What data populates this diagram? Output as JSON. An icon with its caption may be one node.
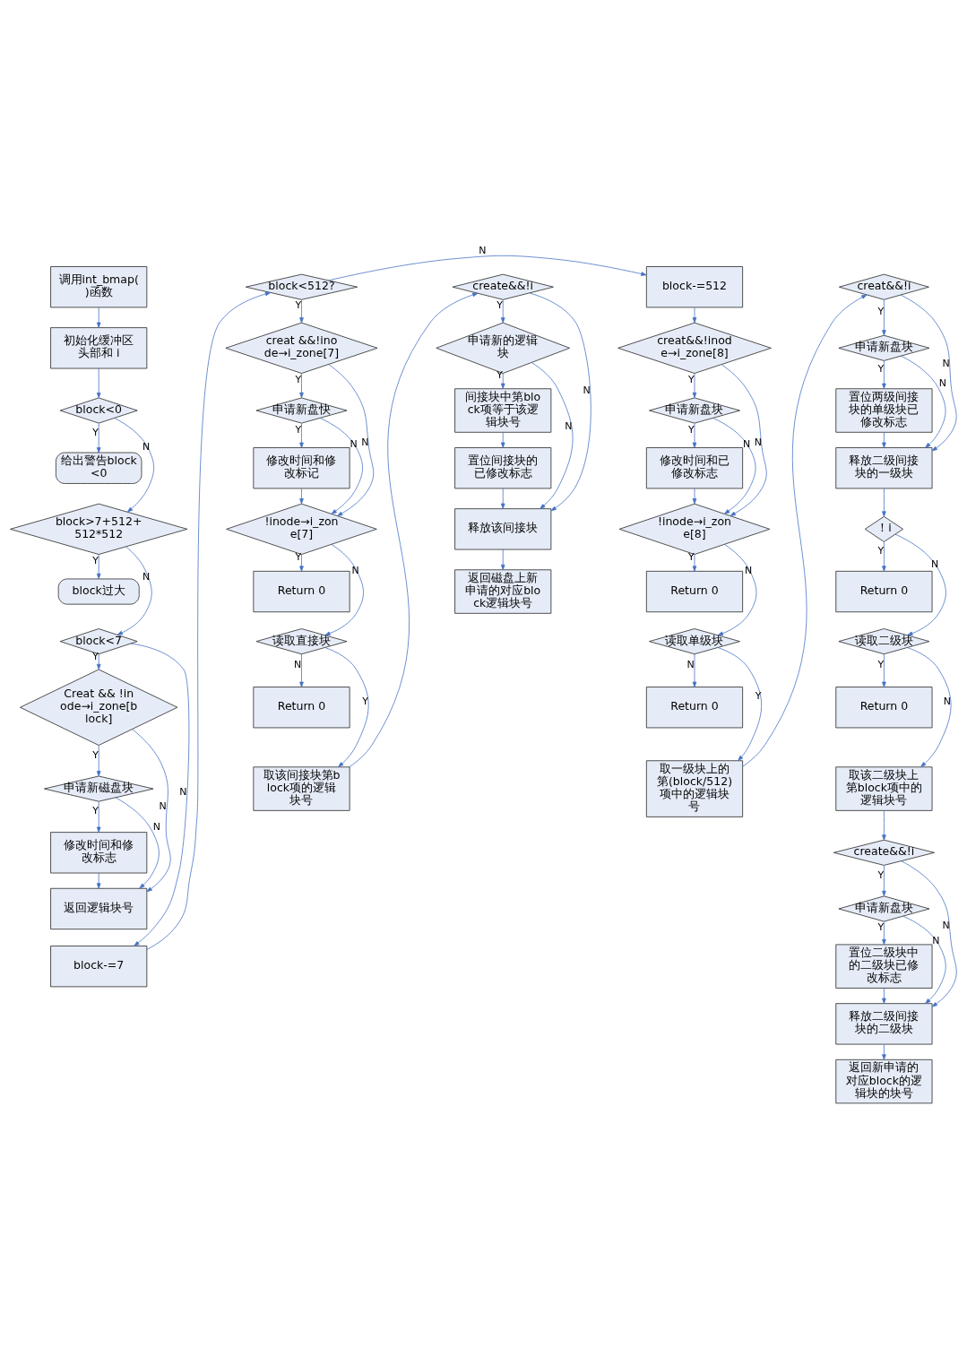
{
  "diagram": {
    "nodes": [
      {
        "text": [
          "调用int_bmap()函数"
        ]
      },
      {
        "text": [
          "初始化缓冲区头部和 i"
        ]
      },
      {
        "text": [
          "block<0"
        ]
      },
      {
        "text": [
          "给出警告block<0"
        ]
      },
      {
        "text": [
          "block>7+512+512*512"
        ]
      },
      {
        "text": [
          "block过大"
        ]
      },
      {
        "text": [
          "block<7"
        ]
      },
      {
        "text": [
          "Creat && !inode→i_zone[block]"
        ]
      },
      {
        "text": [
          "申请新磁盘块"
        ]
      },
      {
        "text": [
          "修改时间和修改标志"
        ]
      },
      {
        "text": [
          "返回逻辑块号"
        ]
      },
      {
        "text": [
          "block-=7"
        ]
      },
      {
        "text": [
          "block<512?"
        ]
      },
      {
        "text": [
          "creat &&!inode→i_zone[7]"
        ]
      },
      {
        "text": [
          "申请新盘快"
        ]
      },
      {
        "text": [
          "修改时间和修改标记"
        ]
      },
      {
        "text": [
          "!inode→i_zone[7]"
        ]
      },
      {
        "text": [
          "Return 0"
        ]
      },
      {
        "text": [
          "读取直接块"
        ]
      },
      {
        "text": [
          "Return 0"
        ]
      },
      {
        "text": [
          "取该间接块第block项的逻辑块号"
        ]
      },
      {
        "text": [
          "create&&!i"
        ]
      },
      {
        "text": [
          "申请新的逻辑块"
        ]
      },
      {
        "text": [
          "间接块中第block项等于该逻辑块号"
        ]
      },
      {
        "text": [
          "置位间接块的已修改标志"
        ]
      },
      {
        "text": [
          "释放该间接块"
        ]
      },
      {
        "text": [
          "返回磁盘上新申请的对应block逻辑块号"
        ]
      },
      {
        "text": [
          "block-=512"
        ]
      },
      {
        "text": [
          "creat&&!inode→i_zone[8]"
        ]
      },
      {
        "text": [
          "申请新盘块"
        ]
      },
      {
        "text": [
          "修改时间和已修改标志"
        ]
      },
      {
        "text": [
          "!inode→i_zone[8]"
        ]
      },
      {
        "text": [
          "Return 0"
        ]
      },
      {
        "text": [
          "读取单级块"
        ]
      },
      {
        "text": [
          "Return 0"
        ]
      },
      {
        "text": [
          "取一级块上的第(block/512)项中的逻辑块号"
        ]
      },
      {
        "text": [
          "creat&&!i"
        ]
      },
      {
        "text": [
          "申请新盘块"
        ]
      },
      {
        "text": [
          "置位两级间接块的单级块已修改标志"
        ]
      },
      {
        "text": [
          "释放二级间接块的一级块"
        ]
      },
      {
        "text": [
          "！i"
        ]
      },
      {
        "text": [
          "Return 0"
        ]
      },
      {
        "text": [
          "读取二级块"
        ]
      },
      {
        "text": [
          "Return 0"
        ]
      },
      {
        "text": [
          "取该二级块上第block项中的逻辑块号"
        ]
      },
      {
        "text": [
          "create&&!i"
        ]
      },
      {
        "text": [
          "申请新盘块"
        ]
      },
      {
        "text": [
          "置位二级块中的二级块已修改标志"
        ]
      },
      {
        "text": [
          "释放二级间接块的二级块"
        ]
      },
      {
        "text": [
          "返回新申请的对应block的逻辑块的块号"
        ]
      }
    ],
    "edges": [
      {
        "from": 0,
        "to": 1,
        "arrow": "to"
      },
      {
        "from": 1,
        "to": 2,
        "arrow": "to"
      },
      {
        "from": 2,
        "to": 3,
        "arrow": "to",
        "label": "Y"
      },
      {
        "from": 2,
        "to": 4,
        "arrow": "to",
        "label": "N"
      },
      {
        "from": 4,
        "to": 5,
        "arrow": "to",
        "label": "Y"
      },
      {
        "from": 4,
        "to": 6,
        "arrow": "to",
        "label": "N"
      },
      {
        "from": 6,
        "to": 7,
        "arrow": "to",
        "label": "Y"
      },
      {
        "from": 6,
        "to": 11,
        "arrow": "to",
        "label": "N"
      },
      {
        "from": 7,
        "to": 8,
        "arrow": "to",
        "label": "Y"
      },
      {
        "from": 7,
        "to": 10,
        "arrow": "to",
        "label": "N"
      },
      {
        "from": 8,
        "to": 9,
        "arrow": "to",
        "label": "Y"
      },
      {
        "from": 8,
        "to": 10,
        "arrow": "to",
        "label": "N"
      },
      {
        "from": 9,
        "to": 10,
        "arrow": "to"
      },
      {
        "from": 11,
        "to": 12,
        "arrow": "to"
      },
      {
        "from": 12,
        "to": 13,
        "arrow": "to",
        "label": "Y"
      },
      {
        "from": 12,
        "to": 27,
        "arrow": "to",
        "label": "N"
      },
      {
        "from": 13,
        "to": 14,
        "arrow": "to",
        "label": "Y"
      },
      {
        "from": 13,
        "to": 16,
        "arrow": "to",
        "label": "N"
      },
      {
        "from": 14,
        "to": 15,
        "arrow": "to",
        "label": "Y"
      },
      {
        "from": 14,
        "to": 16,
        "arrow": "to",
        "label": "N"
      },
      {
        "from": 15,
        "to": 16,
        "arrow": "to"
      },
      {
        "from": 16,
        "to": 17,
        "arrow": "to",
        "label": "Y"
      },
      {
        "from": 16,
        "to": 18,
        "arrow": "to",
        "label": "N"
      },
      {
        "from": 18,
        "to": 19,
        "arrow": "to",
        "label": "N"
      },
      {
        "from": 18,
        "to": 20,
        "arrow": "to",
        "label": "Y"
      },
      {
        "from": 20,
        "to": 21,
        "arrow": "to"
      },
      {
        "from": 21,
        "to": 22,
        "arrow": "to",
        "label": "Y"
      },
      {
        "from": 21,
        "to": 25,
        "arrow": "to",
        "label": "N"
      },
      {
        "from": 22,
        "to": 23,
        "arrow": "to",
        "label": "Y"
      },
      {
        "from": 22,
        "to": 25,
        "arrow": "to",
        "label": "N"
      },
      {
        "from": 23,
        "to": 24,
        "arrow": "to"
      },
      {
        "from": 24,
        "to": 25,
        "arrow": "to"
      },
      {
        "from": 25,
        "to": 26,
        "arrow": "to"
      },
      {
        "from": 27,
        "to": 28,
        "arrow": "to"
      },
      {
        "from": 28,
        "to": 29,
        "arrow": "to",
        "label": "Y"
      },
      {
        "from": 28,
        "to": 31,
        "arrow": "to",
        "label": "N"
      },
      {
        "from": 29,
        "to": 30,
        "arrow": "to",
        "label": "Y"
      },
      {
        "from": 29,
        "to": 31,
        "arrow": "to",
        "label": "N"
      },
      {
        "from": 30,
        "to": 31,
        "arrow": "to"
      },
      {
        "from": 31,
        "to": 32,
        "arrow": "to",
        "label": "Y"
      },
      {
        "from": 31,
        "to": 33,
        "arrow": "to",
        "label": "N"
      },
      {
        "from": 33,
        "to": 34,
        "arrow": "to",
        "label": "N"
      },
      {
        "from": 33,
        "to": 35,
        "arrow": "to",
        "label": "Y"
      },
      {
        "from": 35,
        "to": 36,
        "arrow": "to"
      },
      {
        "from": 36,
        "to": 37,
        "arrow": "to",
        "label": "Y"
      },
      {
        "from": 36,
        "to": 39,
        "arrow": "to",
        "label": "N"
      },
      {
        "from": 37,
        "to": 38,
        "arrow": "to",
        "label": "Y"
      },
      {
        "from": 37,
        "to": 39,
        "arrow": "to",
        "label": "N"
      },
      {
        "from": 38,
        "to": 39,
        "arrow": "to"
      },
      {
        "from": 39,
        "to": 40,
        "arrow": "to"
      },
      {
        "from": 40,
        "to": 41,
        "arrow": "to",
        "label": "Y"
      },
      {
        "from": 40,
        "to": 42,
        "arrow": "to",
        "label": "N"
      },
      {
        "from": 42,
        "to": 43,
        "arrow": "to",
        "label": "Y"
      },
      {
        "from": 42,
        "to": 44,
        "arrow": "to",
        "label": "N"
      },
      {
        "from": 44,
        "to": 45,
        "arrow": "to"
      },
      {
        "from": 45,
        "to": 46,
        "arrow": "to",
        "label": "Y"
      },
      {
        "from": 45,
        "to": 48,
        "arrow": "to",
        "label": "N"
      },
      {
        "from": 46,
        "to": 47,
        "arrow": "to",
        "label": "Y"
      },
      {
        "from": 46,
        "to": 48,
        "arrow": "to",
        "label": "N"
      },
      {
        "from": 47,
        "to": 48,
        "arrow": "to"
      },
      {
        "from": 48,
        "to": 49,
        "arrow": "to"
      }
    ]
  }
}
